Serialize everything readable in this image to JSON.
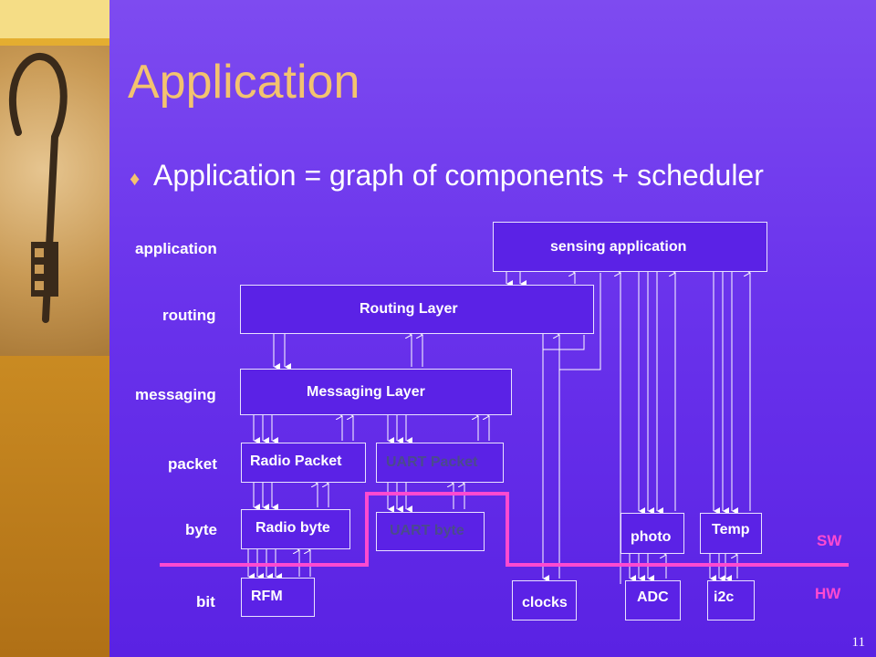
{
  "slide": {
    "title": "Application",
    "bullet": "Application = graph of components + scheduler",
    "page_number": "11"
  },
  "levels": {
    "application": "application",
    "routing": "routing",
    "messaging": "messaging",
    "packet": "packet",
    "byte": "byte",
    "bit": "bit"
  },
  "components": {
    "sensing_application": "sensing application",
    "routing_layer": "Routing Layer",
    "messaging_layer": "Messaging Layer",
    "radio_packet": "Radio Packet",
    "uart_packet": "UART Packet",
    "radio_byte": "Radio byte",
    "uart_byte": "UART byte",
    "photo": "photo",
    "temp": "Temp",
    "rfm": "RFM",
    "clocks": "clocks",
    "adc": "ADC",
    "i2c": "i2c"
  },
  "boundary": {
    "sw": "SW",
    "hw": "HW"
  },
  "colors": {
    "background": "#5a22e3",
    "title": "#f3c36f",
    "boundary_line": "#ff4ad0"
  }
}
